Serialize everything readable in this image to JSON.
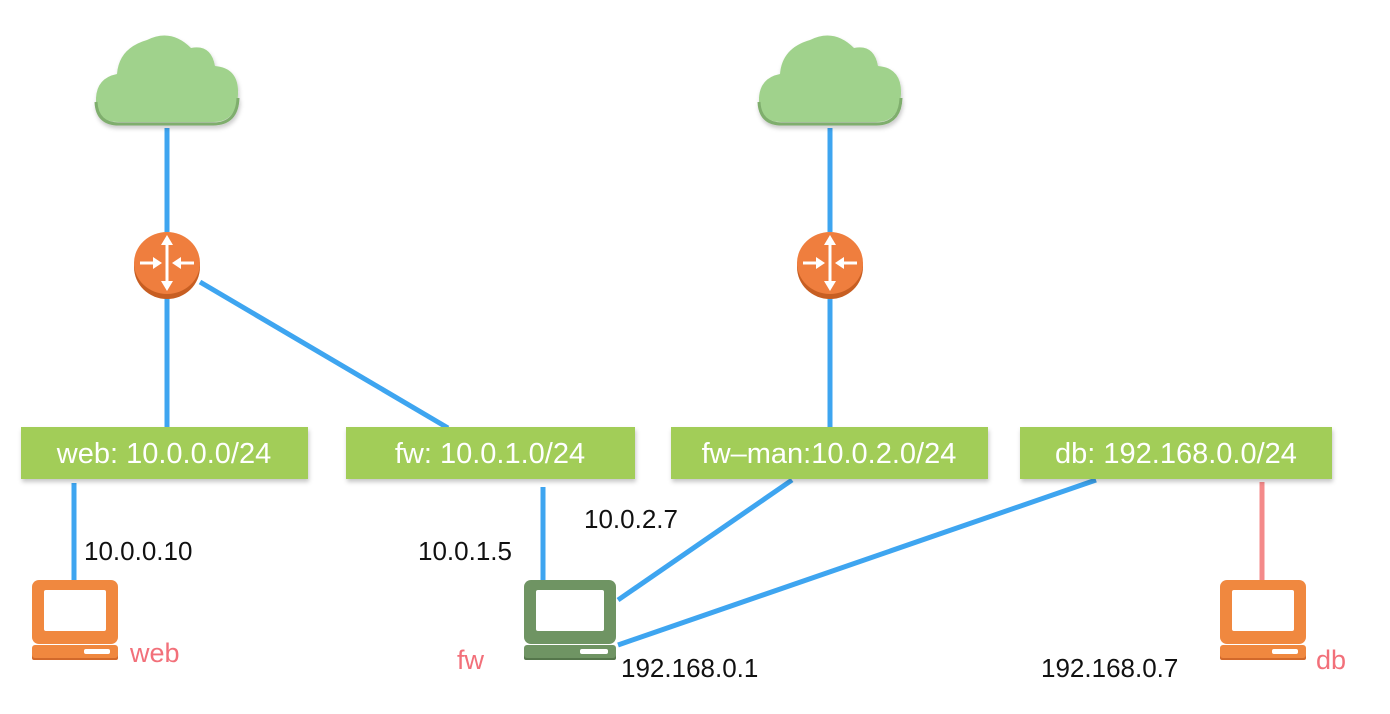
{
  "colors": {
    "link": "#3ea5f0",
    "link_db": "#f48a8a",
    "cloud": "#a0d28c",
    "router": "#ef7e3e",
    "subnet_box": "#a2cd58",
    "host_orange": "#f0883f",
    "host_green": "#6f9463",
    "host_label": "#f2707a"
  },
  "clouds": [
    {
      "name": "internet-cloud-1",
      "icon": "cloud-icon"
    },
    {
      "name": "internet-cloud-2",
      "icon": "cloud-icon"
    }
  ],
  "routers": [
    {
      "name": "router-1",
      "icon": "router-icon"
    },
    {
      "name": "router-2",
      "icon": "router-icon"
    }
  ],
  "subnets": [
    {
      "label": "web: 10.0.0.0/24"
    },
    {
      "label": "fw: 10.0.1.0/24"
    },
    {
      "label": "fw–man:10.0.2.0/24"
    },
    {
      "label": "db: 192.168.0.0/24"
    }
  ],
  "hosts": [
    {
      "label": "web",
      "icon": "computer-icon"
    },
    {
      "label": "fw",
      "icon": "computer-icon"
    },
    {
      "label": "db",
      "icon": "computer-icon"
    }
  ],
  "ip_addresses": {
    "web": "10.0.0.10",
    "fw_net": "10.0.1.5",
    "fw_man": "10.0.2.7",
    "fw_db": "192.168.0.1",
    "db": "192.168.0.7"
  }
}
